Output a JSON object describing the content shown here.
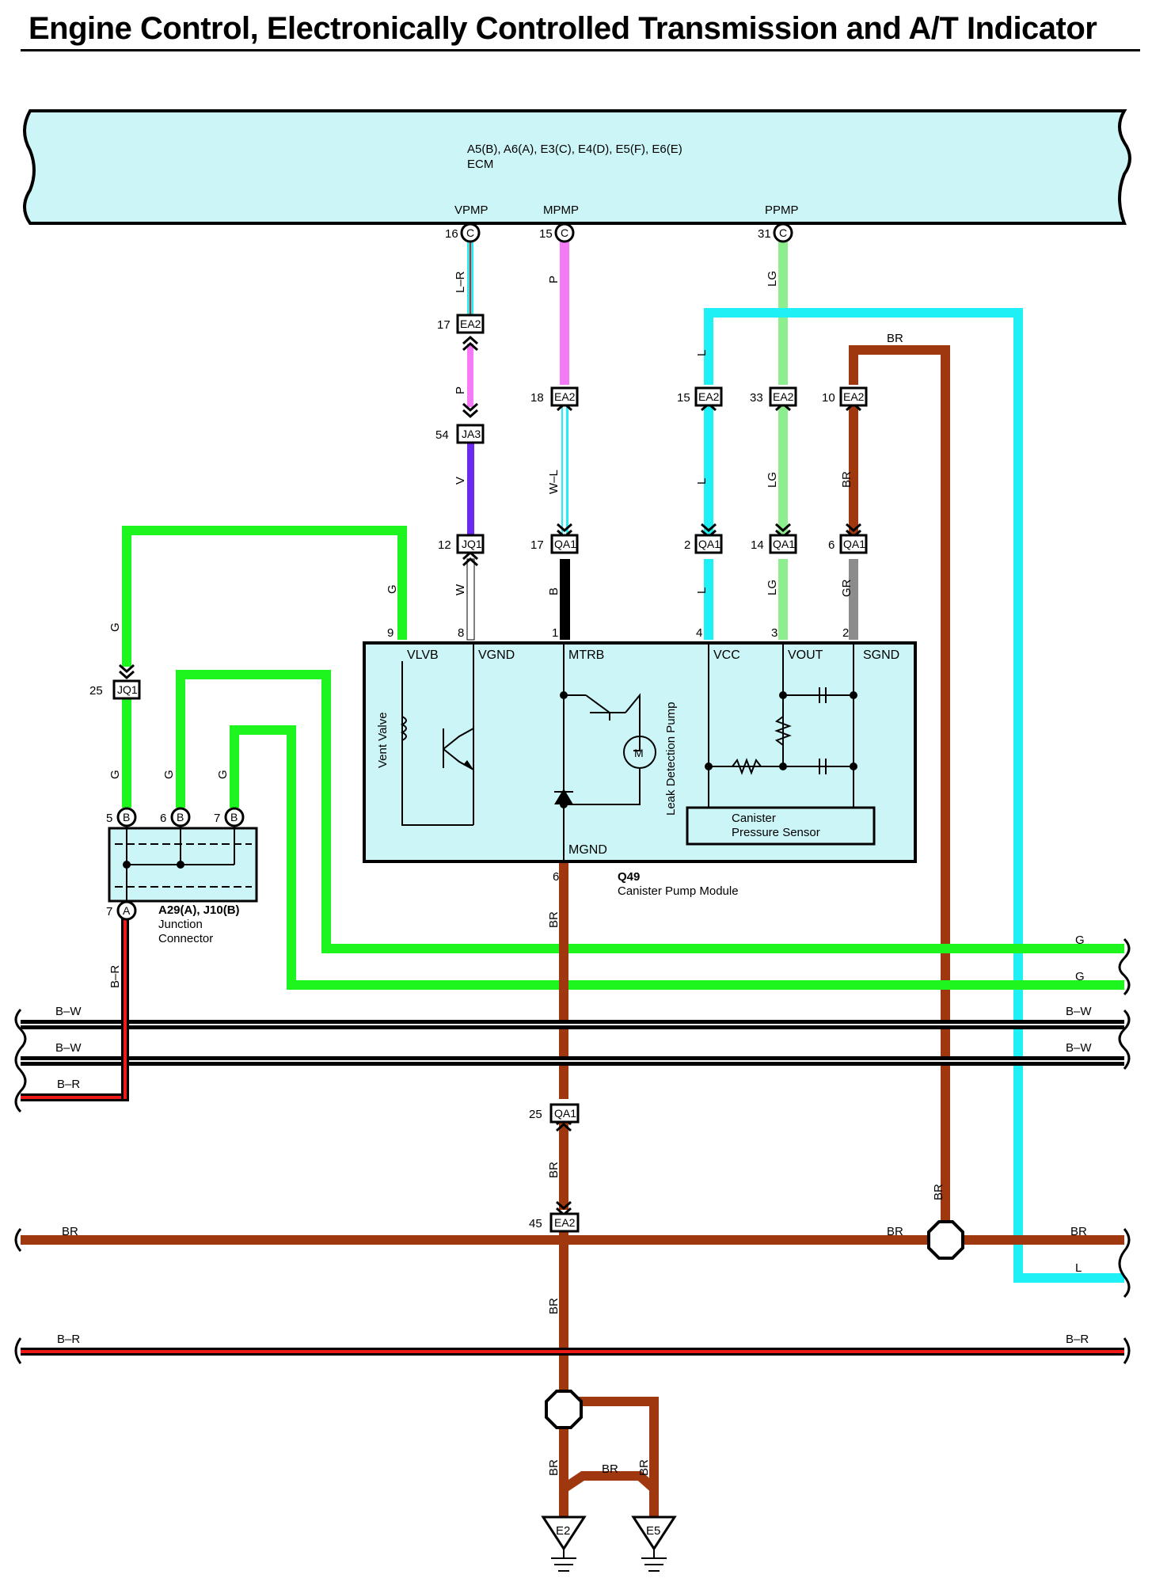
{
  "title": "Engine Control, Electronically Controlled Transmission and A/T Indicator",
  "ecm": {
    "connectors": "A5(B), A6(A), E3(C), E4(D), E5(F), E6(E)",
    "name": "ECM",
    "pins": [
      {
        "name": "VPMP",
        "num": "16",
        "conn": "C"
      },
      {
        "name": "MPMP",
        "num": "15",
        "conn": "C"
      },
      {
        "name": "PPMP",
        "num": "31",
        "conn": "C"
      }
    ]
  },
  "module": {
    "code": "Q49",
    "name": "Canister Pump Module",
    "terminals": [
      "VLVB",
      "VGND",
      "MTRB",
      "VCC",
      "VOUT",
      "SGND",
      "MGND"
    ],
    "pin_numbers": [
      "9",
      "8",
      "1",
      "4",
      "3",
      "2",
      "6"
    ],
    "vent_valve": "Vent Valve",
    "pump": "Leak Detection Pump",
    "motor": "M",
    "sensor_line1": "Canister",
    "sensor_line2": "Pressure Sensor"
  },
  "junction": {
    "name": "A29(A), J10(B)",
    "line1": "Junction",
    "line2": "Connector",
    "pins": [
      {
        "num": "5",
        "conn": "B"
      },
      {
        "num": "6",
        "conn": "B"
      },
      {
        "num": "7",
        "conn": "B"
      },
      {
        "num": "7",
        "conn": "A"
      }
    ]
  },
  "connectors": [
    {
      "pin": "17",
      "id": "EA2"
    },
    {
      "pin": "54",
      "id": "JA3"
    },
    {
      "pin": "12",
      "id": "JQ1"
    },
    {
      "pin": "18",
      "id": "EA2"
    },
    {
      "pin": "17",
      "id": "QA1"
    },
    {
      "pin": "15",
      "id": "EA2"
    },
    {
      "pin": "2",
      "id": "QA1"
    },
    {
      "pin": "33",
      "id": "EA2"
    },
    {
      "pin": "14",
      "id": "QA1"
    },
    {
      "pin": "10",
      "id": "EA2"
    },
    {
      "pin": "6",
      "id": "QA1"
    },
    {
      "pin": "25",
      "id": "JQ1"
    },
    {
      "pin": "25",
      "id": "QA1"
    },
    {
      "pin": "45",
      "id": "EA2"
    }
  ],
  "wire_labels": {
    "lr": "L–R",
    "p": "P",
    "v": "V",
    "w": "W",
    "wl": "W–L",
    "b": "B",
    "l": "L",
    "lg": "LG",
    "br": "BR",
    "gr": "GR",
    "g": "G",
    "bw": "B–W",
    "br_red": "B–R"
  },
  "grounds": [
    "E2",
    "E5"
  ],
  "colors": {
    "ecm_fill": "#ccf5f7",
    "module_fill": "#ccf5f7",
    "green": "#1ef51e",
    "cyan": "#1ef0f5",
    "pink": "#f57af5",
    "light_green": "#8cee8c",
    "brown": "#a0380f",
    "violet": "#6a2bf0",
    "gray": "#8c8c8c",
    "red": "#ee1a1a",
    "black": "#000000"
  }
}
